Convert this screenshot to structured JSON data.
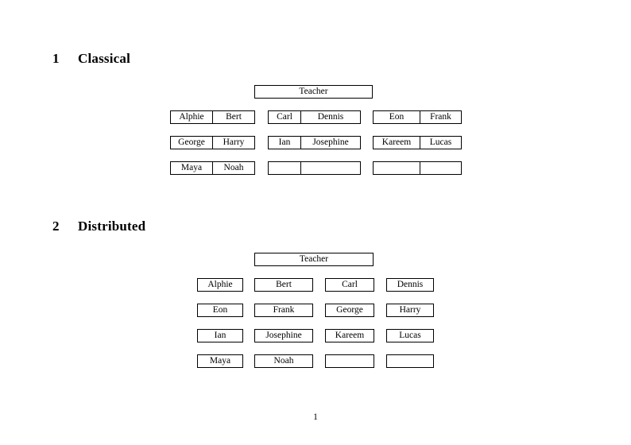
{
  "document": {
    "page_number": "1",
    "sections": [
      {
        "number": "1",
        "title": "Classical",
        "layout": "joined-pairs",
        "teacher": {
          "label": "Teacher"
        },
        "groups": [
          {
            "name": "group-left",
            "rows": [
              {
                "cells": [
                  {
                    "label": "Alphie"
                  },
                  {
                    "label": "Bert"
                  }
                ]
              },
              {
                "cells": [
                  {
                    "label": "George"
                  },
                  {
                    "label": "Harry"
                  }
                ]
              },
              {
                "cells": [
                  {
                    "label": "Maya"
                  },
                  {
                    "label": "Noah"
                  }
                ]
              }
            ]
          },
          {
            "name": "group-middle",
            "rows": [
              {
                "cells": [
                  {
                    "label": "Carl"
                  },
                  {
                    "label": "Dennis"
                  }
                ]
              },
              {
                "cells": [
                  {
                    "label": "Ian"
                  },
                  {
                    "label": "Josephine"
                  }
                ]
              },
              {
                "cells": [
                  {
                    "label": ""
                  },
                  {
                    "label": ""
                  }
                ]
              }
            ]
          },
          {
            "name": "group-right",
            "rows": [
              {
                "cells": [
                  {
                    "label": "Eon"
                  },
                  {
                    "label": "Frank"
                  }
                ]
              },
              {
                "cells": [
                  {
                    "label": "Kareem"
                  },
                  {
                    "label": "Lucas"
                  }
                ]
              },
              {
                "cells": [
                  {
                    "label": ""
                  },
                  {
                    "label": ""
                  }
                ]
              }
            ]
          }
        ]
      },
      {
        "number": "2",
        "title": "Distributed",
        "layout": "separate-boxes",
        "teacher": {
          "label": "Teacher"
        },
        "rows": [
          {
            "cells": [
              {
                "label": "Alphie"
              },
              {
                "label": "Bert"
              },
              {
                "label": "Carl"
              },
              {
                "label": "Dennis"
              }
            ]
          },
          {
            "cells": [
              {
                "label": "Eon"
              },
              {
                "label": "Frank"
              },
              {
                "label": "George"
              },
              {
                "label": "Harry"
              }
            ]
          },
          {
            "cells": [
              {
                "label": "Ian"
              },
              {
                "label": "Josephine"
              },
              {
                "label": "Kareem"
              },
              {
                "label": "Lucas"
              }
            ]
          },
          {
            "cells": [
              {
                "label": "Maya"
              },
              {
                "label": "Noah"
              },
              {
                "label": ""
              },
              {
                "label": ""
              }
            ]
          }
        ]
      }
    ]
  },
  "colors": {
    "page_background": "#ffffff",
    "text": "#000000",
    "box_border": "#000000"
  }
}
